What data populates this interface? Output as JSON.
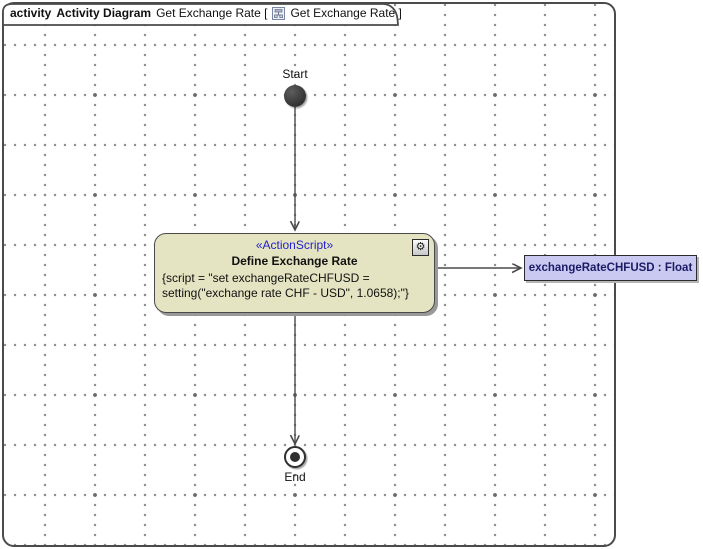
{
  "header": {
    "keyword": "activity",
    "diagram_kind": "Activity Diagram",
    "diagram_name_open": "Get Exchange Rate [",
    "frame_name_close": "Get Exchange Rate ]",
    "diagram_icon": "activity-diagram-icon"
  },
  "diagram": {
    "start_node": {
      "label": "Start"
    },
    "action_node": {
      "stereotype": "«ActionScript»",
      "name": "Define Exchange Rate",
      "script_line1": "{script = \"set exchangeRateCHFUSD =",
      "script_line2": "setting(\"exchange rate CHF - USD\", 1.0658);\"}",
      "gear_icon": "⚙"
    },
    "output_pin": {
      "label": "exchangeRateCHFUSD : Float"
    },
    "end_node": {
      "label": "End"
    }
  },
  "colors": {
    "action_fill": "#e4e4c2",
    "pin_fill": "#c9c9f2",
    "stereotype_text": "#2222cc",
    "pin_text": "#1c1c66",
    "edge": "#4a4a4a",
    "frame_border": "#4b4b4b",
    "grid_dot": "#8c8c8c",
    "grid_cross": "#6b6b6b",
    "node_shadow": "#999999"
  }
}
